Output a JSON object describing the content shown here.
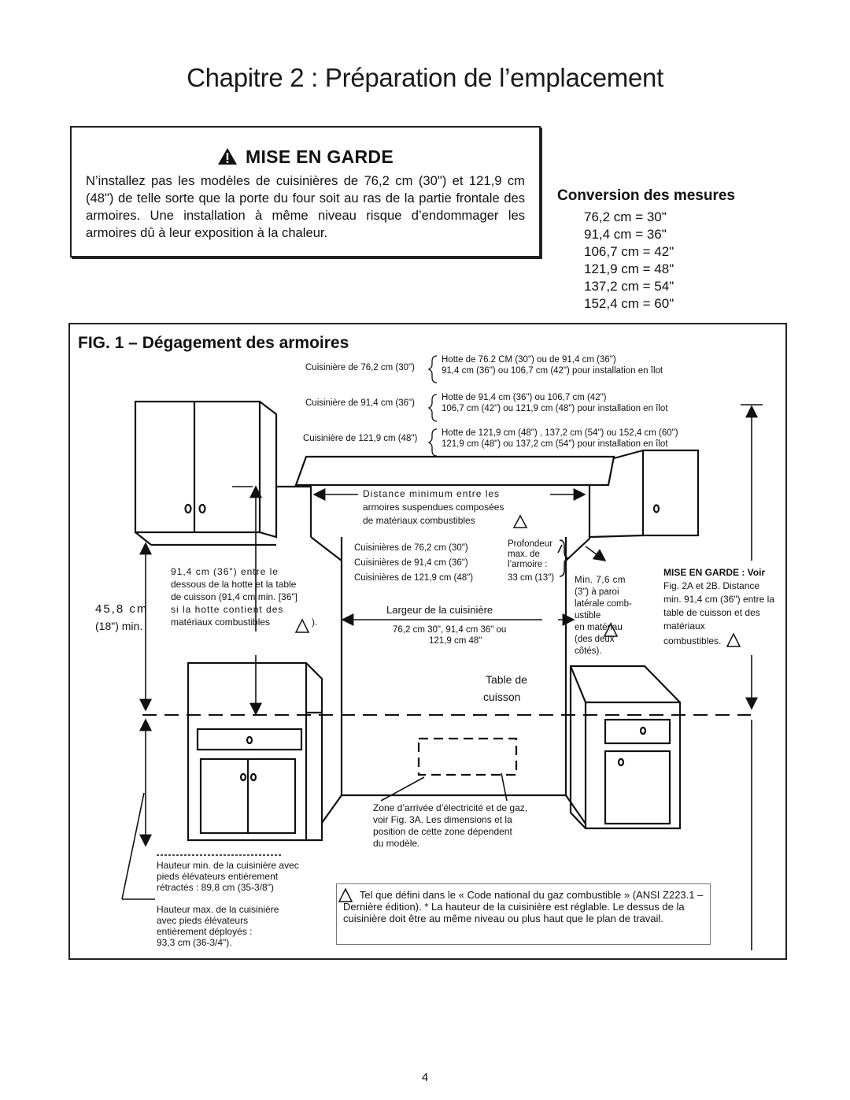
{
  "page": {
    "title": "Chapitre 2 : Préparation de l’emplacement",
    "page_number": "4"
  },
  "warning": {
    "title": "MISE EN GARDE",
    "text": "N’installez pas les modèles de cuisinières de 76,2 cm (30\") et 121,9 cm (48\") de telle sorte que la porte du four soit au ras de la partie frontale des armoires. Une installation à même niveau risque d’endommager les armoires dû à leur exposition à la chaleur.",
    "icon": "warning-triangle-icon"
  },
  "conversion": {
    "title": "Conversion des mesures",
    "items": [
      "76,2 cm = 30\"",
      "91,4 cm = 36\"",
      "106,7 cm = 42\"",
      "121,9 cm = 48\"",
      "137,2 cm = 54\"",
      "152,4 cm = 60\""
    ]
  },
  "figure": {
    "title": "FIG. 1 – Dégagement des armoires",
    "hood_notes": [
      {
        "range": "Cuisinière de 76,2 cm (30\")",
        "line1": "Hotte de 76.2 CM (30\") ou de 91,4 cm (36\")",
        "line2": "91,4 cm (36\") ou 106,7 cm (42\") pour installation en îlot"
      },
      {
        "range": "Cuisinière de 91,4 cm (36\")",
        "line1": "Hotte de 91,4 cm (36\") ou 106,7 cm (42\")",
        "line2": "106,7 cm (42\") ou 121,9 cm (48\") pour installation en îlot"
      },
      {
        "range": "Cuisinière de 121,9 cm (48\")",
        "line1": "Hotte de 121,9 cm (48\") , 137,2 cm (54\") ou 152,4 cm (60\")",
        "line2": "121,9 cm (48\") ou 137,2 cm (54\") pour installation en îlot"
      }
    ],
    "min_distance": [
      "Distance minimum entre les",
      "armoires suspendues composées",
      "de matériaux combustibles"
    ],
    "depth_ranges": [
      "Cuisinières de 76,2 cm (30\")",
      "Cuisinières de 91,4 cm (36\")",
      "Cuisinières de 121,9 cm (48\")"
    ],
    "depth_label": [
      "Profondeur",
      "max. de",
      "l’armoire :",
      "33 cm (13\")"
    ],
    "side_clearance": [
      "Min. 7,6 cm",
      "(3\") à paroi",
      "latérale comb-",
      "ustible",
      "en matériau",
      "(des deux",
      "côtés)."
    ],
    "warning_side": [
      "MISE EN GARDE : Voir",
      "Fig. 2A et 2B. Distance",
      "min. 91,4 cm (36\") entre la",
      "table de cuisson et des",
      "matériaux",
      "combustibles."
    ],
    "hood_table": [
      "91,4 cm (36\") entre le",
      "dessous de la hotte et la table",
      "de cuisson (91,4 cm min. [36\"]",
      "si la hotte contient des",
      "matériaux combustibles"
    ],
    "upper_gap": [
      "45,8 cm",
      "(18\") min."
    ],
    "range_width_label": "Largeur de la cuisinière",
    "range_width_values": [
      "76,2 cm 30\", 91,4 cm 36\" ou",
      "121,9 cm 48\""
    ],
    "cooktop": [
      "Table de",
      "cuisson"
    ],
    "gas_zone": [
      "Zone d’arrivée d’électricité et de gaz,",
      "voir Fig. 3A. Les dimensions et la",
      "position de cette zone dépendent",
      "du modèle."
    ],
    "height_min": [
      "Hauteur min. de la cuisinière avec",
      "pieds élévateurs entièrement",
      "rétractés : 89,8 cm (35-3/8\")"
    ],
    "height_max": [
      "Hauteur max. de la cuisinière",
      "avec pieds élévateurs",
      "entièrement déployés :",
      "93,3 cm (36-3/4\")."
    ],
    "footnote": "Tel que défini dans le « Code national du gaz combustible » (ANSI Z223.1 – Dernière édition). * La hauteur de la cuisinière est réglable. Le dessus de la cuisinière doit être au même niveau ou plus haut que le plan de travail."
  }
}
